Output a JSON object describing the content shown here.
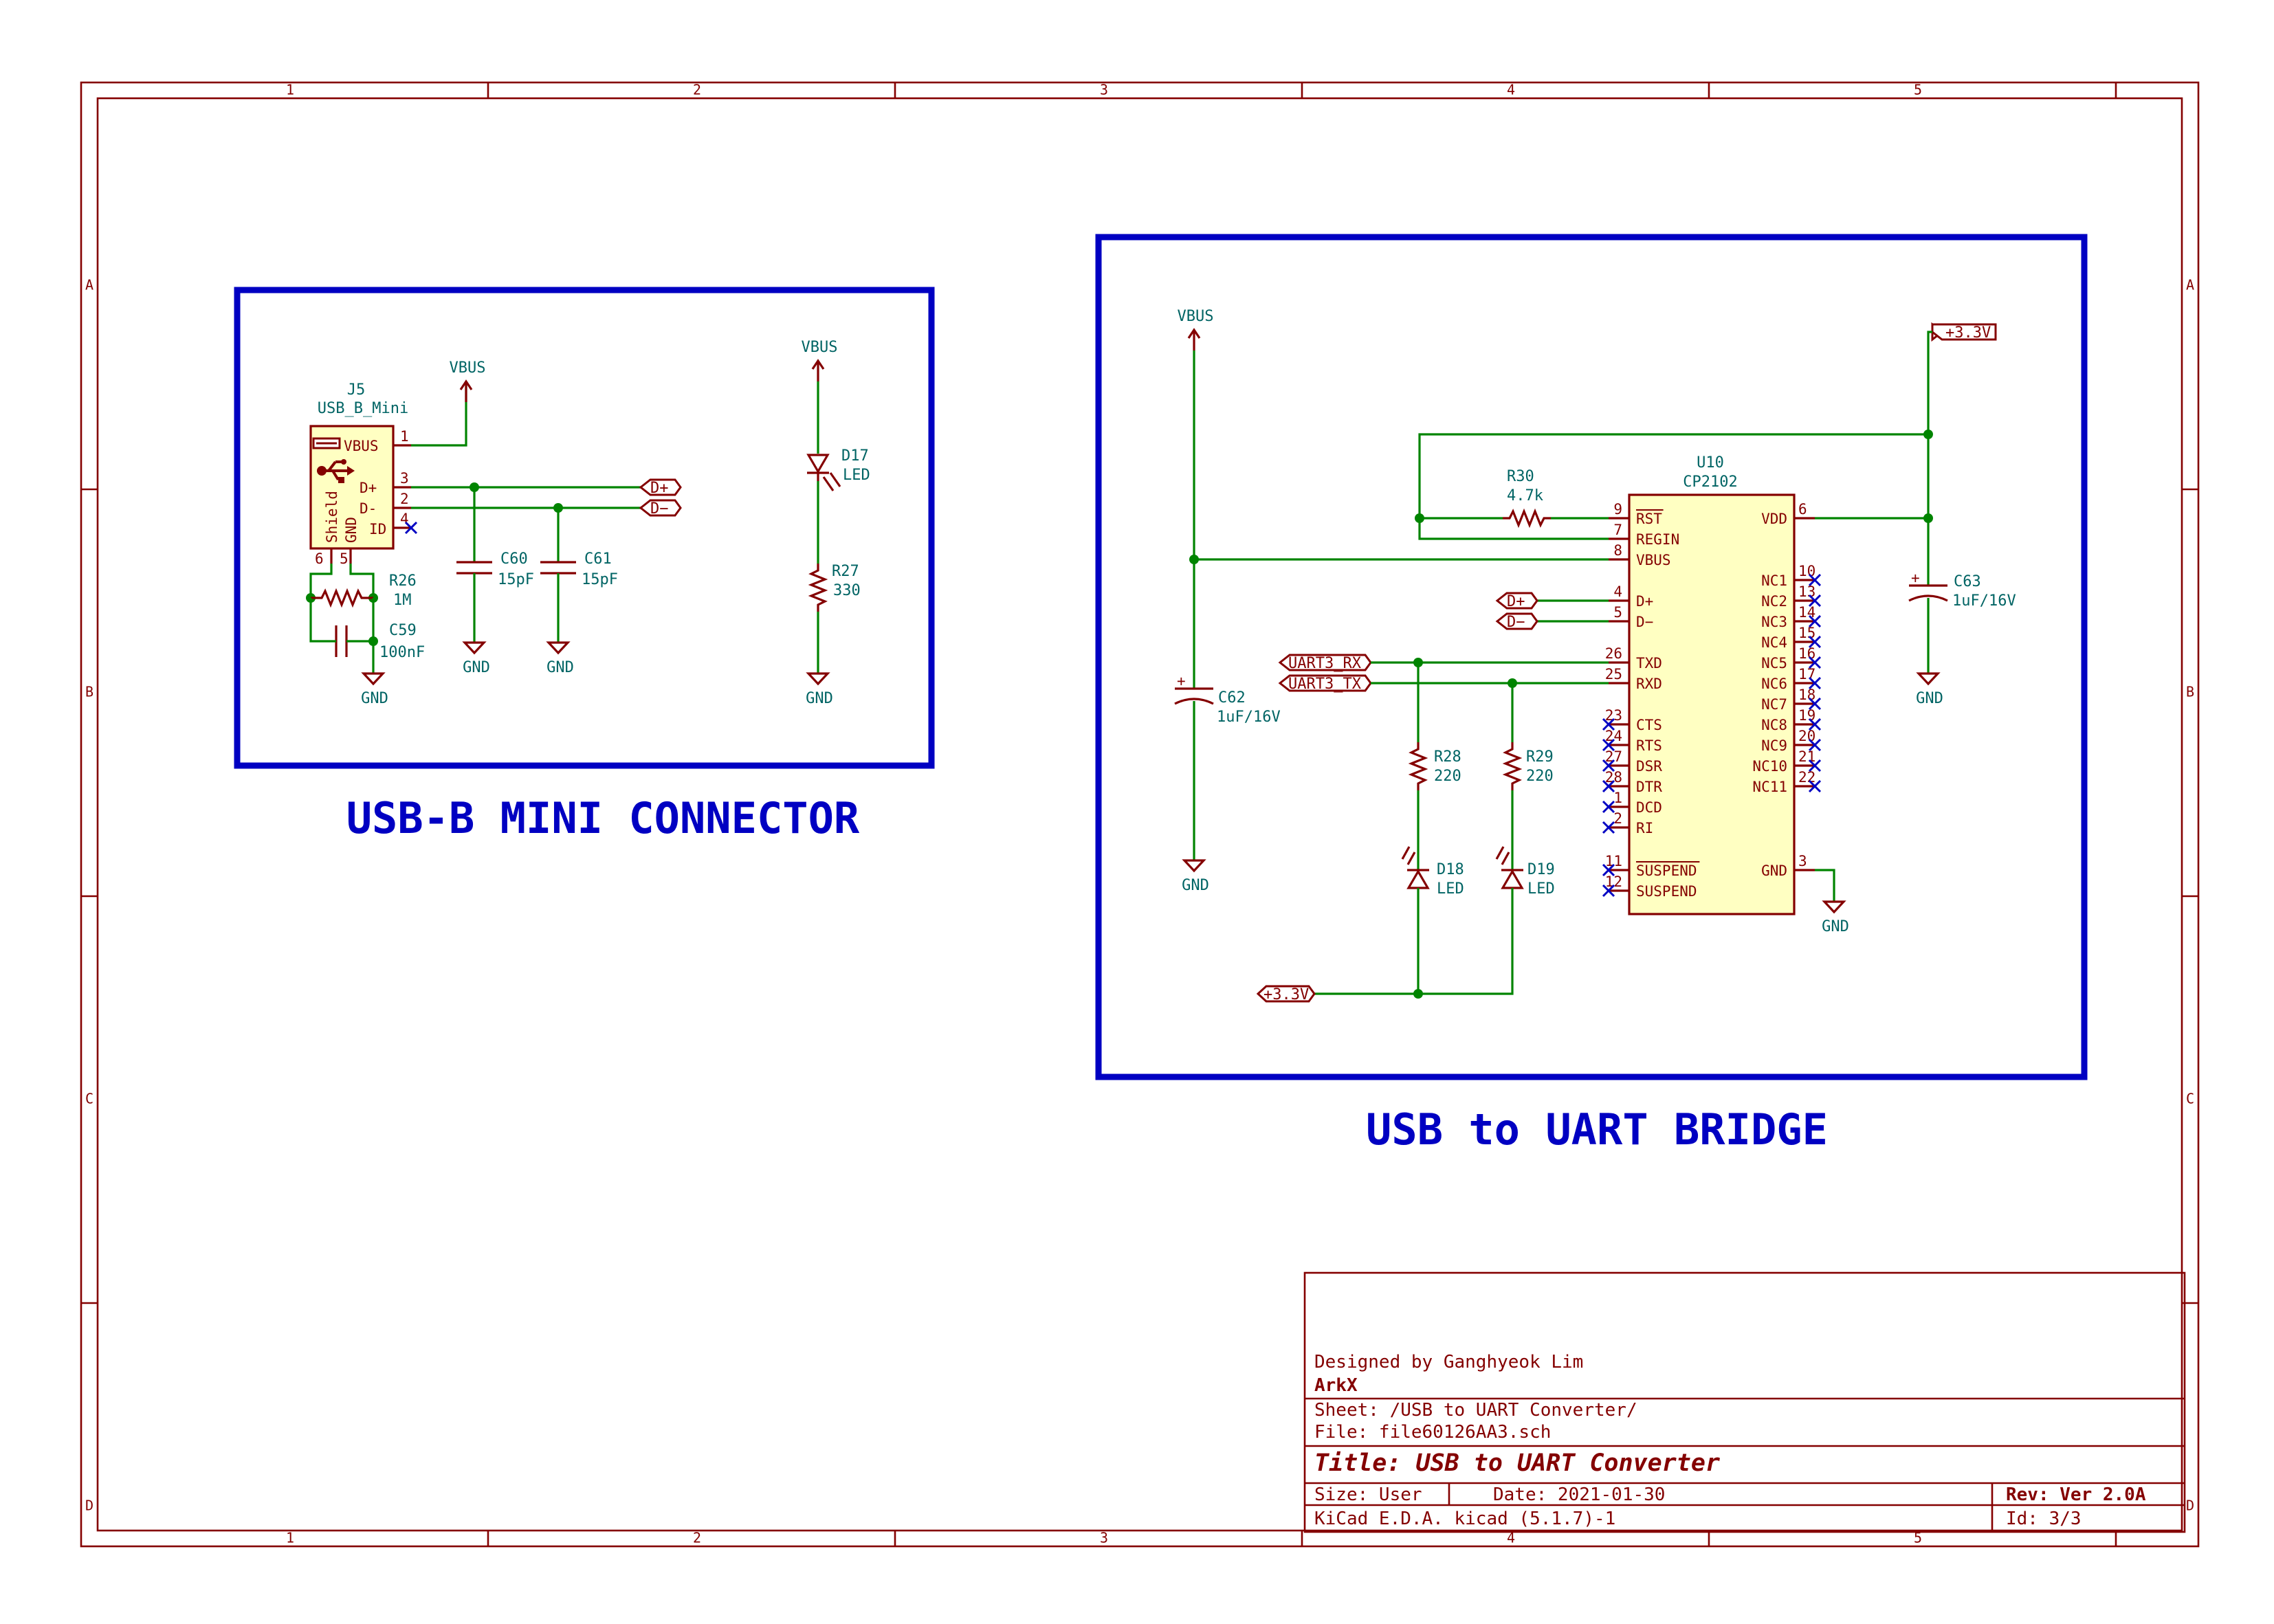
{
  "frame": {
    "columns": [
      "1",
      "2",
      "3",
      "4",
      "5"
    ],
    "rows": [
      "A",
      "B",
      "C",
      "D"
    ]
  },
  "sections": {
    "usb_connector": "USB-B MINI CONNECTOR",
    "uart_bridge": "USB to UART BRIDGE"
  },
  "connector": {
    "j5": {
      "ref": "J5",
      "value": "USB_B_Mini",
      "pins": {
        "vbus": "VBUS",
        "dp": "D+",
        "dm": "D-",
        "id": "ID",
        "shield": "Shield",
        "gnd": "GND"
      },
      "pin_numbers": {
        "vbus": "1",
        "dp": "3",
        "dm": "2",
        "id": "4",
        "shield": "6",
        "gnd": "5"
      }
    },
    "r26": {
      "ref": "R26",
      "value": "1M"
    },
    "c59": {
      "ref": "C59",
      "value": "100nF"
    },
    "c60": {
      "ref": "C60",
      "value": "15pF"
    },
    "c61": {
      "ref": "C61",
      "value": "15pF"
    },
    "d17": {
      "ref": "D17",
      "value": "LED"
    },
    "r27": {
      "ref": "R27",
      "value": "330"
    },
    "vbus": "VBUS",
    "gnd": "GND",
    "labels": {
      "dp": "D+",
      "dm": "D−"
    }
  },
  "bridge": {
    "u10": {
      "ref": "U10",
      "value": "CP2102",
      "left_pins": [
        {
          "num": "9",
          "name": "RST"
        },
        {
          "num": "7",
          "name": "REGIN"
        },
        {
          "num": "8",
          "name": "VBUS"
        },
        {
          "num": "4",
          "name": "D+"
        },
        {
          "num": "5",
          "name": "D−"
        },
        {
          "num": "26",
          "name": "TXD"
        },
        {
          "num": "25",
          "name": "RXD"
        },
        {
          "num": "23",
          "name": "CTS"
        },
        {
          "num": "24",
          "name": "RTS"
        },
        {
          "num": "27",
          "name": "DSR"
        },
        {
          "num": "28",
          "name": "DTR"
        },
        {
          "num": "1",
          "name": "DCD"
        },
        {
          "num": "2",
          "name": "RI"
        },
        {
          "num": "11",
          "name": "SUSPEND"
        },
        {
          "num": "12",
          "name": "SUSPEND"
        }
      ],
      "right_pins": [
        {
          "num": "6",
          "name": "VDD"
        },
        {
          "num": "10",
          "name": "NC1"
        },
        {
          "num": "13",
          "name": "NC2"
        },
        {
          "num": "14",
          "name": "NC3"
        },
        {
          "num": "15",
          "name": "NC4"
        },
        {
          "num": "16",
          "name": "NC5"
        },
        {
          "num": "17",
          "name": "NC6"
        },
        {
          "num": "18",
          "name": "NC7"
        },
        {
          "num": "19",
          "name": "NC8"
        },
        {
          "num": "20",
          "name": "NC9"
        },
        {
          "num": "21",
          "name": "NC10"
        },
        {
          "num": "22",
          "name": "NC11"
        },
        {
          "num": "3",
          "name": "GND"
        }
      ]
    },
    "r30": {
      "ref": "R30",
      "value": "4.7k"
    },
    "c62": {
      "ref": "C62",
      "value": "1uF/16V"
    },
    "c63": {
      "ref": "C63",
      "value": "1uF/16V"
    },
    "r28": {
      "ref": "R28",
      "value": "220"
    },
    "r29": {
      "ref": "R29",
      "value": "220"
    },
    "d18": {
      "ref": "D18",
      "value": "LED"
    },
    "d19": {
      "ref": "D19",
      "value": "LED"
    },
    "vbus": "VBUS",
    "gnd": "GND",
    "plus": "+",
    "labels": {
      "p33_top": "+3.3V",
      "p33_bottom": "+3.3V",
      "uart_rx": "UART3_RX",
      "uart_tx": "UART3_TX",
      "dp": "D+",
      "dm": "D−"
    }
  },
  "title_block": {
    "designer": "Designed by Ganghyeok Lim",
    "company": "ArkX",
    "sheet": "Sheet: /USB to UART Converter/",
    "file": "File: file60126AA3.sch",
    "title": "Title: USB to UART Converter",
    "size": "Size: User",
    "date": "Date: 2021-01-30",
    "rev": "Rev: Ver 2.0A",
    "tool": "KiCad E.D.A.  kicad (5.1.7)-1",
    "id": "Id: 3/3"
  }
}
